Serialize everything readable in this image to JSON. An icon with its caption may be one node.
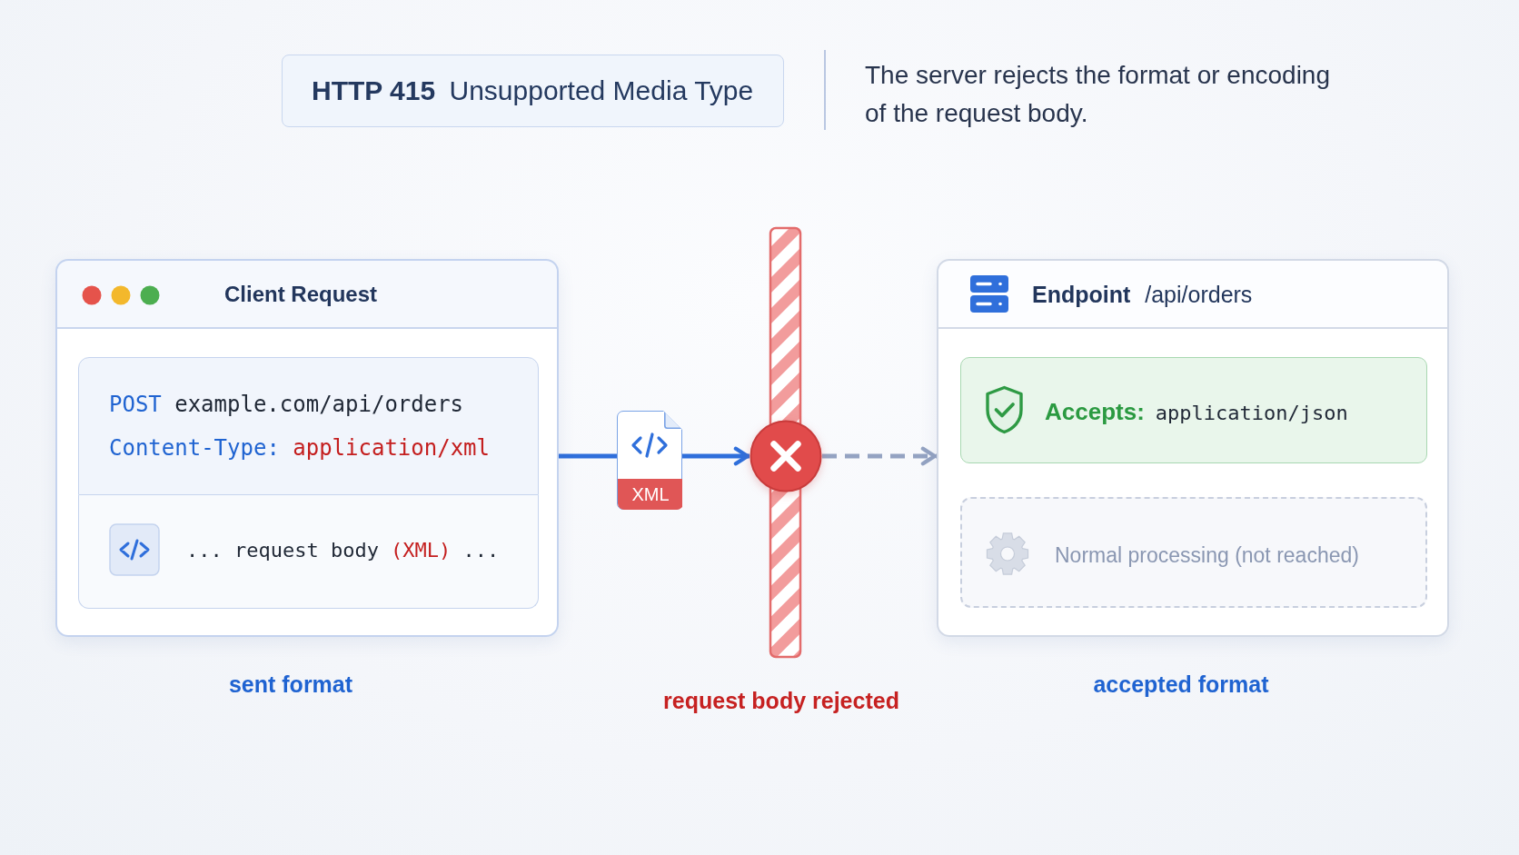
{
  "diagram": {
    "nodes": [
      {
        "text": [
          "**HTTP 415** Unsupported Media Type"
        ]
      },
      {
        "text": [
          "Client Request"
        ]
      },
      {
        "text": [
          "POST",
          "example.com/api/orders",
          "Content-Type:",
          "application/xml"
        ],
        "in": 1
      },
      {
        "text": [
          "...",
          "request body",
          "(XML)",
          "..."
        ],
        "in": 1
      },
      {
        "text": [
          "XML"
        ]
      },
      {
        "text": [],
        "shape": "circle"
      },
      {
        "text": [
          "**Endpoint** /api/orders"
        ]
      },
      {
        "text": [
          "Accepts:",
          "application/json"
        ],
        "in": 6
      },
      {
        "text": [
          "Normal processing (not reached)"
        ],
        "in": 6
      }
    ],
    "edges": [
      {
        "from": 1,
        "to": 4,
        "arrow": "none"
      },
      {
        "from": 4,
        "to": 5,
        "arrow": "to"
      },
      {
        "from": 5,
        "to": 6,
        "arrow": "to",
        "style": "dashed",
        "color": "#94a3c2"
      }
    ],
    "labels": [
      "The server rejects the format or encoding of the request body.",
      "sent format",
      "request body rejected",
      "accepted format"
    ]
  }
}
